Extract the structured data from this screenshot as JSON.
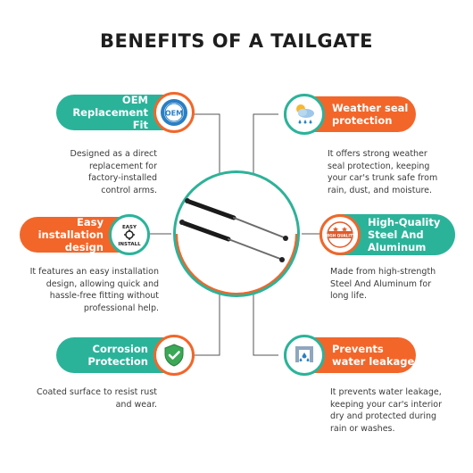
{
  "title": "BENEFITS OF A TAILGATE",
  "colors": {
    "teal": "#2bb39a",
    "orange": "#f2662a",
    "text": "#3a3a3a",
    "title": "#1e1e1e"
  },
  "benefits": [
    {
      "title": "OEM Replacement Fit",
      "icon": "oem-seal-icon",
      "badge_text": "OEM",
      "description": "Designed as a direct replacement for factory-installed control arms."
    },
    {
      "title": "Weather seal protection",
      "icon": "weather-icon",
      "description": "It offers strong weather seal protection, keeping your car's trunk safe from rain, dust, and moisture."
    },
    {
      "title": "Easy installation design",
      "icon": "easy-install-icon",
      "badge_text_top": "EASY",
      "badge_text_bottom": "INSTALL",
      "description": "It features an easy installation design, allowing quick and hassle-free fitting without professional help."
    },
    {
      "title": "High-Quality Steel And Aluminum",
      "icon": "high-quality-stamp-icon",
      "badge_text": "HIGH QUALITY",
      "description": "Made from high-strength Steel And Aluminum for long life."
    },
    {
      "title": "Corrosion Protection",
      "icon": "shield-check-icon",
      "description": "Coated surface to resist rust and wear."
    },
    {
      "title": "Prevents water leakage",
      "icon": "water-leak-icon",
      "description": "It prevents water leakage, keeping your car's interior dry and protected during rain or washes."
    }
  ]
}
